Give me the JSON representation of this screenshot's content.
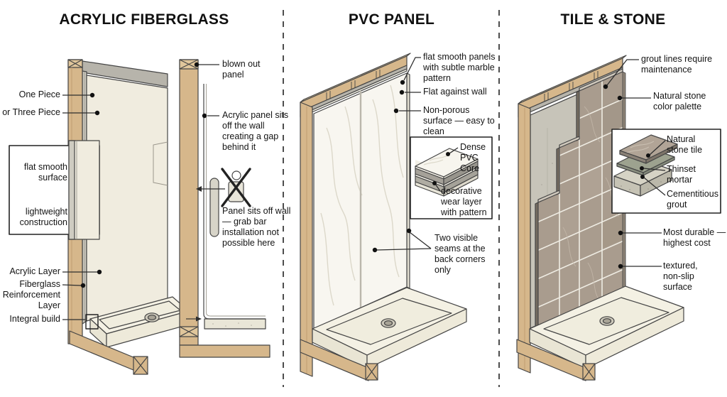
{
  "colors": {
    "background": "#ffffff",
    "text": "#141414",
    "outline": "#454545",
    "wood": "#d6b78b",
    "wood_dark": "#c6a376",
    "panel_cream": "#f0ecdf",
    "gray_layer": "#b7b4ab",
    "marble_white": "#f8f6f0",
    "tile_taupe": "#a99c8e",
    "grout_line": "#efece3",
    "cement_board": "#c7c4b9"
  },
  "sections": [
    {
      "title": "ACRYLIC FIBERGLASS",
      "labels": {
        "one_piece": "One Piece",
        "three_piece": "or Three Piece",
        "flat_smooth": "flat smooth surface",
        "lightweight": "lightweight construction",
        "acrylic_layer": "Acrylic Layer",
        "fiberglass_layer": "Fiberglass Reinforcement Layer",
        "integral_build": "Integral build",
        "blown_out": "blown out panel",
        "gap_note": "Acrylic panel sits off the wall creating a gap behind it",
        "grab_bar_note": "Panel sits off wall — grab bar installation not possible here"
      }
    },
    {
      "title": "PVC PANEL",
      "labels": {
        "flat_panels": "flat smooth panels with subtle marble pattern",
        "flat_wall": "Flat against wall",
        "non_porous": "Non-porous surface — easy to clean",
        "pvc_core": "Dense PVC Core",
        "wear_layer": "decorative wear layer with pattern",
        "seams": "Two visible seams at the back corners only"
      }
    },
    {
      "title": "TILE & STONE",
      "labels": {
        "grout_lines": "grout lines require maintenance",
        "stone_palette": "Natural stone color palette",
        "stone_tile": "Natural stone tile",
        "thinset": "Thinset mortar",
        "cement_grout": "Cementitious grout",
        "durable": "Most durable — highest cost",
        "textured": "textured, non-slip surface"
      }
    }
  ]
}
